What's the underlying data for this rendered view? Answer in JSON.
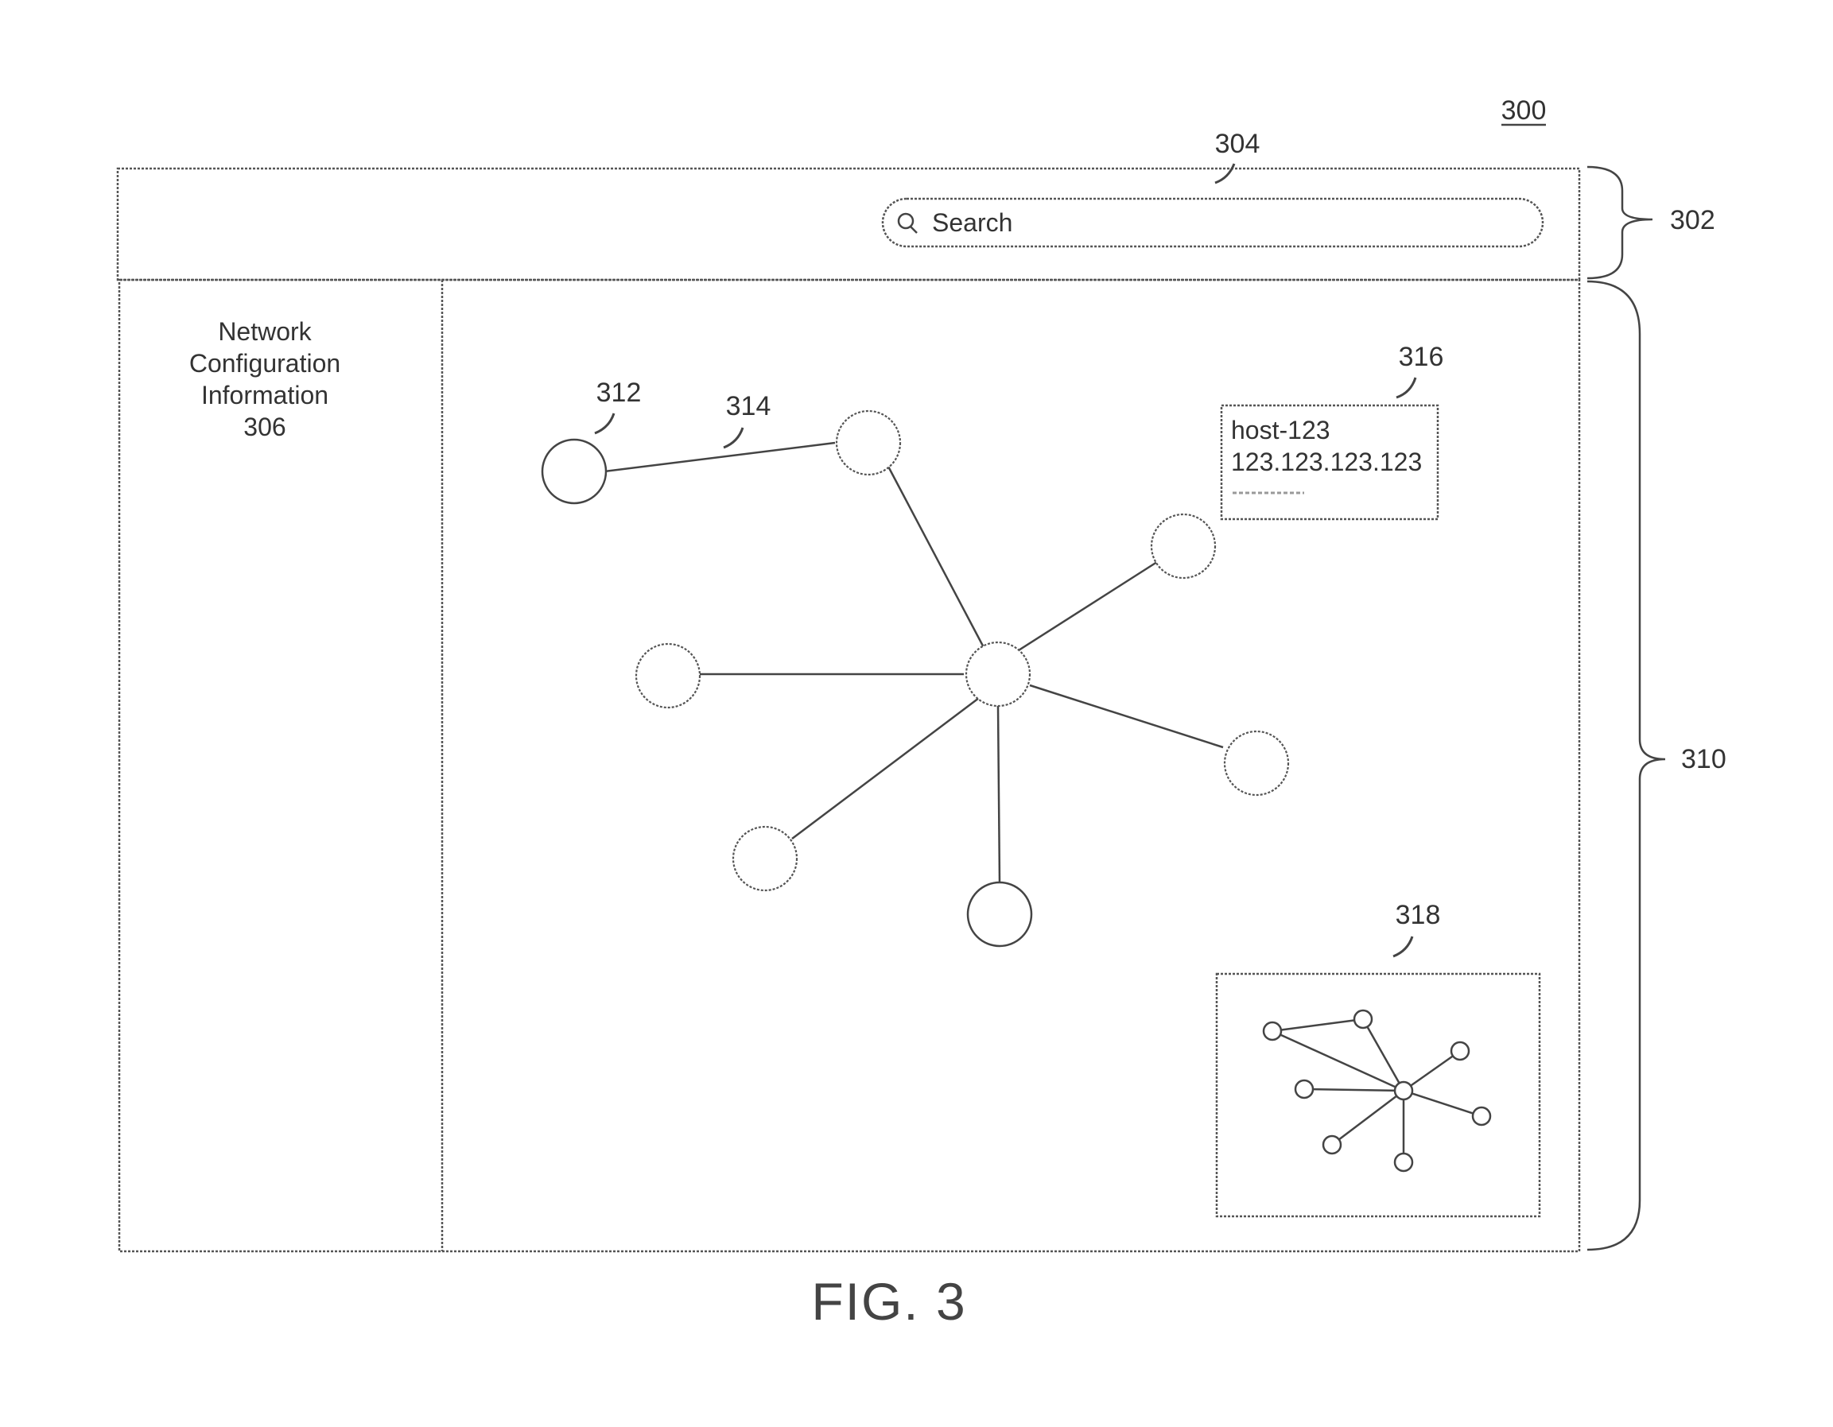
{
  "figure": {
    "number": "300",
    "caption": "FIG. 3"
  },
  "toolbar": {
    "ref": "302",
    "search": {
      "ref": "304",
      "placeholder": "Search",
      "icon": "search-icon"
    }
  },
  "sidebar": {
    "lines": [
      "Network",
      "Configuration",
      "Information",
      "306"
    ]
  },
  "main_panel": {
    "ref": "310",
    "node_ref": "312",
    "edge_ref": "314",
    "tooltip": {
      "ref": "316",
      "host": "host-123",
      "ip": "123.123.123.123"
    },
    "minimap": {
      "ref": "318"
    }
  }
}
